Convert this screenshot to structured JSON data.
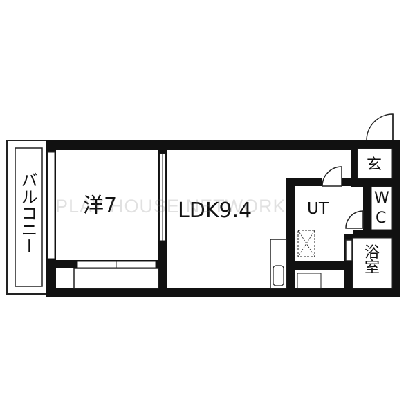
{
  "rooms": {
    "western_room": "洋7",
    "ldk": "LDK9.4",
    "utility": "UT",
    "toilet_w": "W",
    "toilet_c": "C",
    "bath": "浴室",
    "entrance": "玄",
    "balcony": "バルコニー"
  },
  "watermark": "PLAY HOUSE NETWORK",
  "colors": {
    "wall": "#111111",
    "line": "#222222",
    "background": "#ffffff"
  }
}
